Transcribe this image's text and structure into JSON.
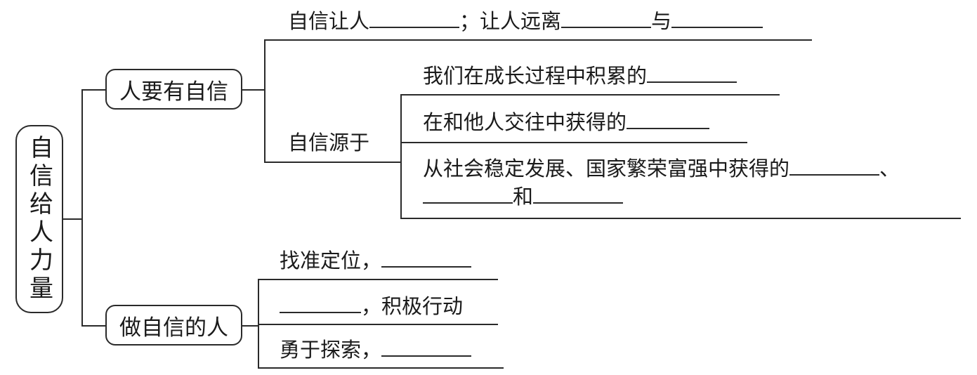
{
  "root": {
    "label": "自信给人力量"
  },
  "branch1": {
    "label": "人要有自信",
    "line1": {
      "a": "自信让人",
      "b": "；让人远离",
      "c": "与"
    },
    "source": {
      "label": "自信源于",
      "item1": "我们在成长过程中积累的",
      "item2": "在和他人交往中获得的",
      "item3a": "从社会稳定发展、国家繁荣富强中获得的",
      "item3sep": "、",
      "item3and": "和"
    }
  },
  "branch2": {
    "label": "做自信的人",
    "item1": "找准定位，",
    "item2": "，积极行动",
    "item3": "勇于探索，"
  }
}
